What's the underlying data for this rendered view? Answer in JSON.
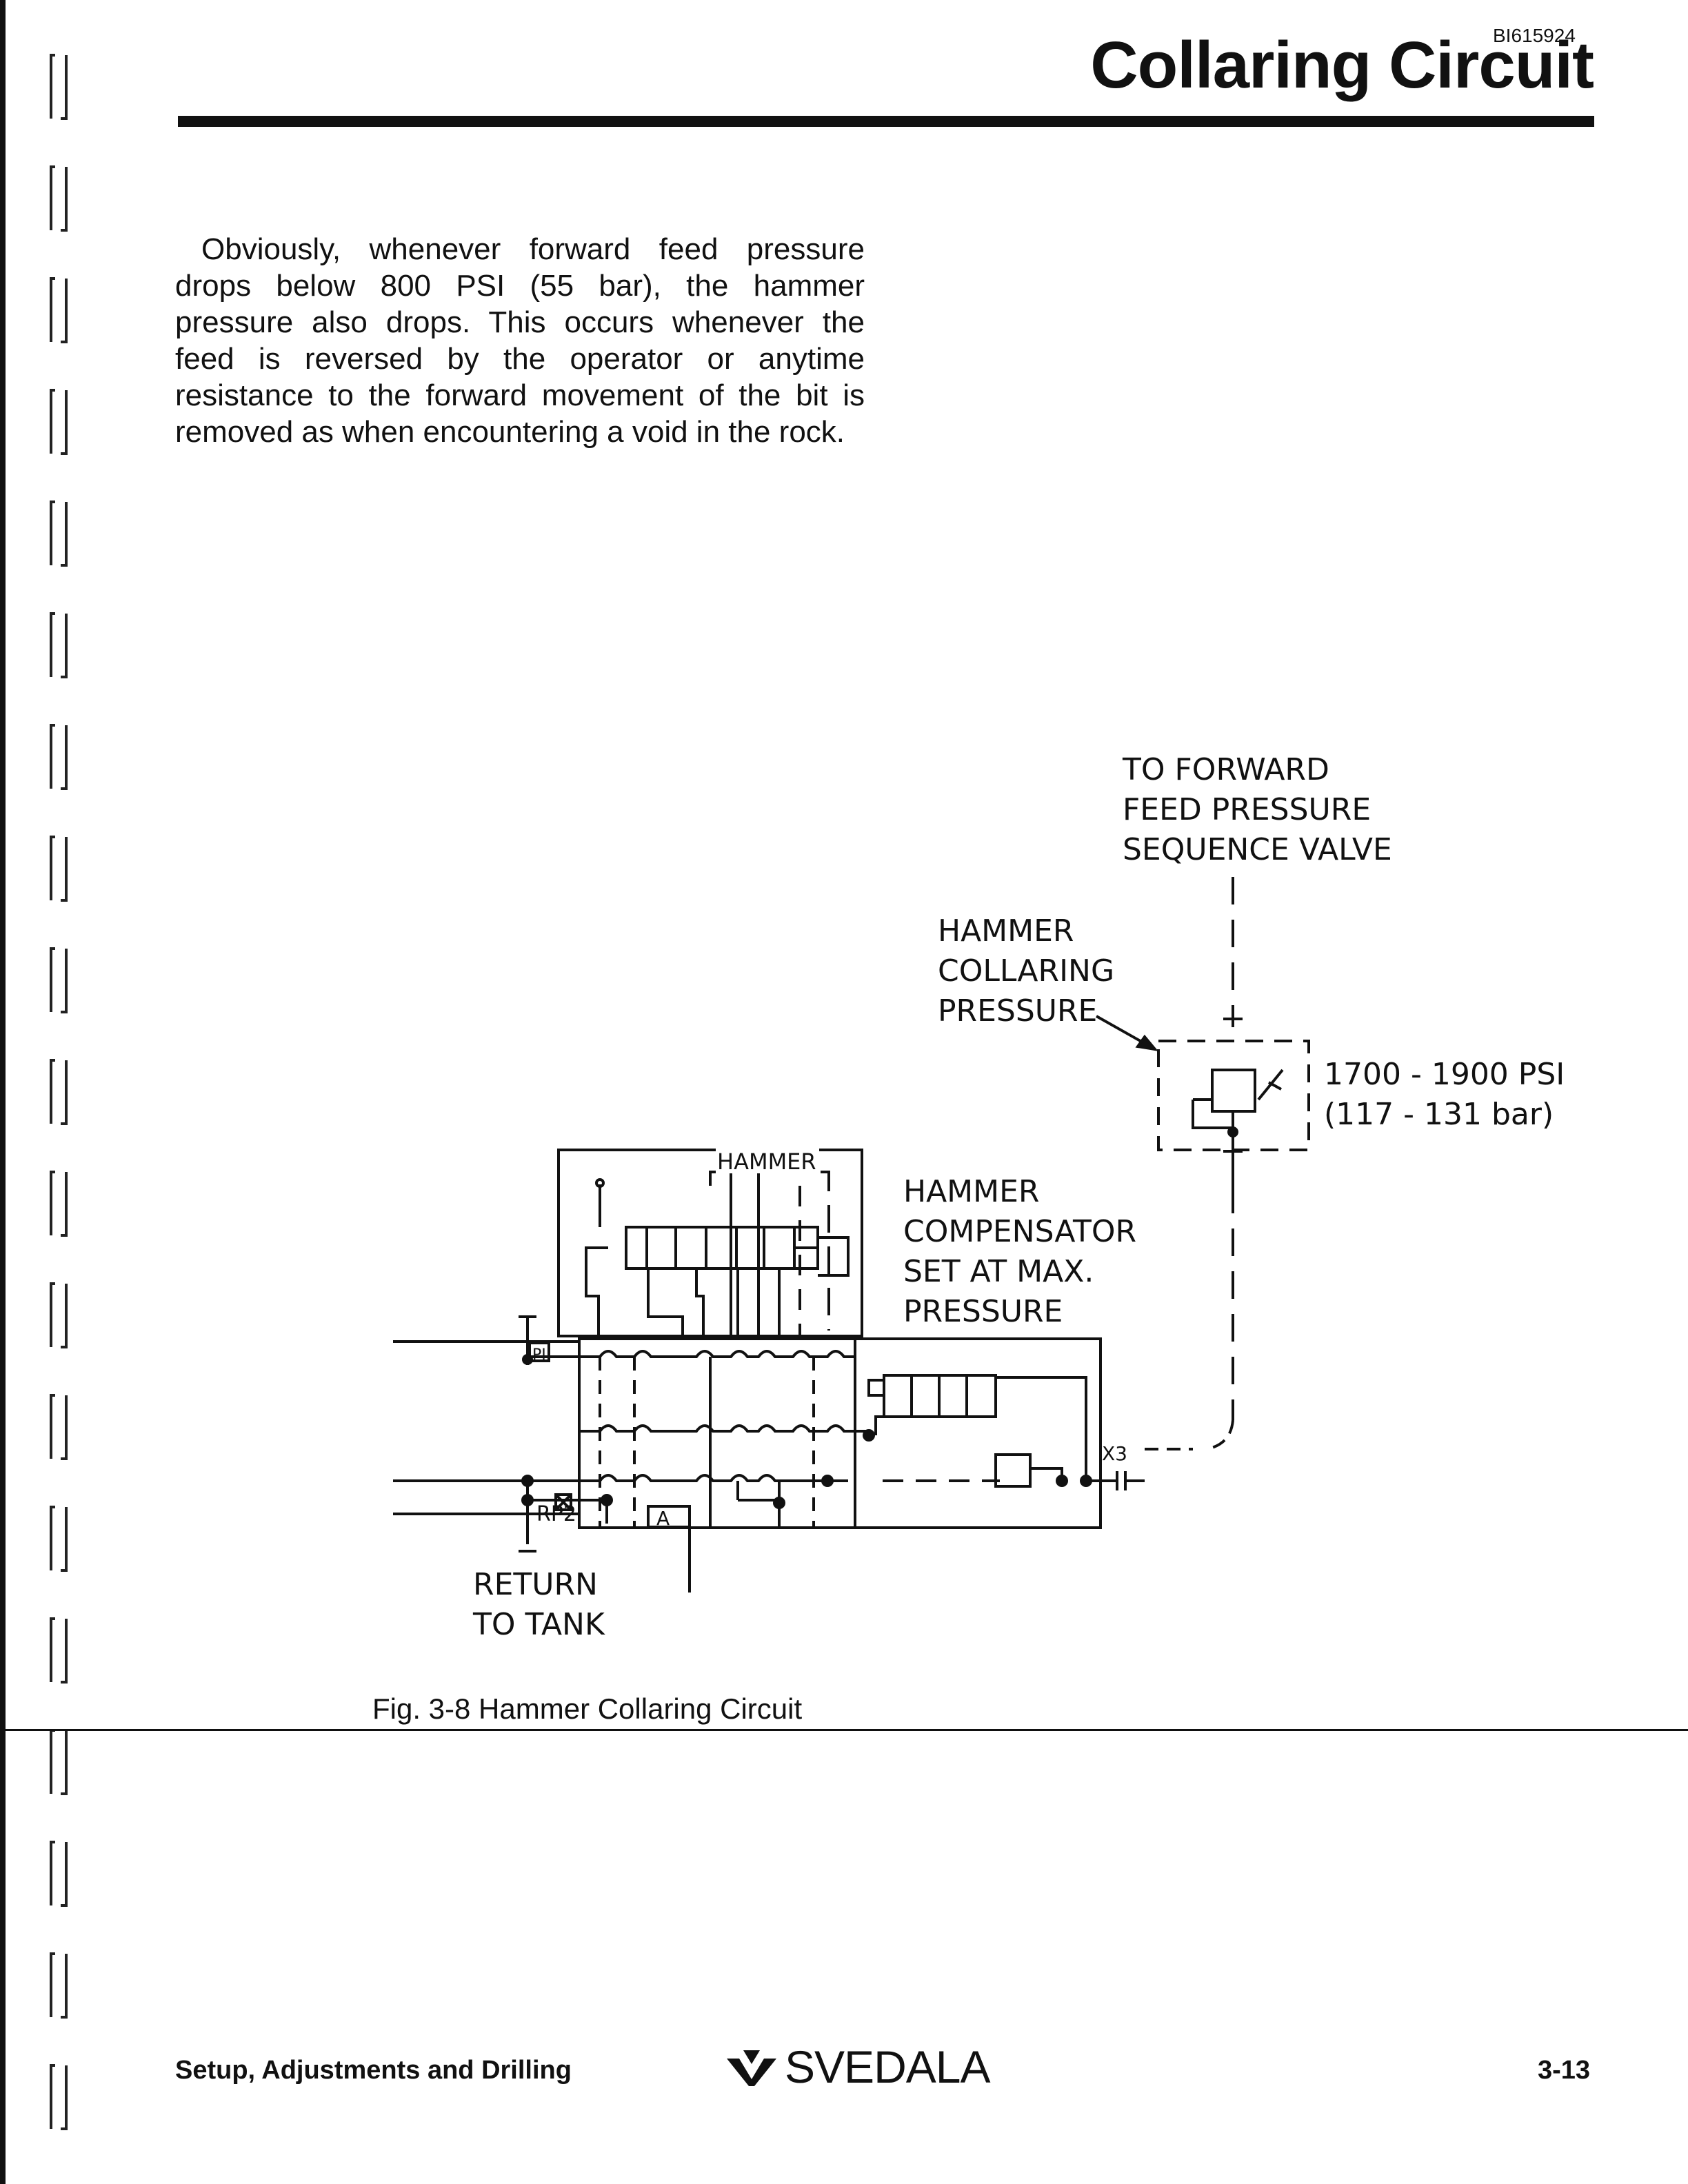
{
  "header": {
    "doc_id": "BI615924",
    "title": "Collaring Circuit"
  },
  "body": {
    "paragraph": "Obviously, whenever forward feed pressure drops below 800 PSI (55 bar), the hammer pressure also drops. This occurs whenever the feed is reversed by the operator or anytime resistance to the forward movement of the bit is removed as when encountering a void in the rock."
  },
  "diagram": {
    "label_forward": "TO FORWARD\nFEED PRESSURE\nSEQUENCE VALVE",
    "label_collaring": "HAMMER\nCOLLARING\nPRESSURE",
    "label_pressure_psi": "1700 - 1900 PSI",
    "label_pressure_bar": "(117 - 131 bar)",
    "label_hammer": "HAMMER",
    "label_compensator": "HAMMER\nCOMPENSATOR\nSET AT MAX.\nPRESSURE",
    "label_pi": "PI",
    "label_rp2": "RP2",
    "label_a": "A",
    "label_x3": "X3",
    "label_return": "RETURN\nTO TANK"
  },
  "caption": "Fig. 3-8  Hammer Collaring Circuit",
  "footer": {
    "section": "Setup, Adjustments and Drilling",
    "logo_text": "SVEDALA",
    "page_number": "3-13"
  }
}
